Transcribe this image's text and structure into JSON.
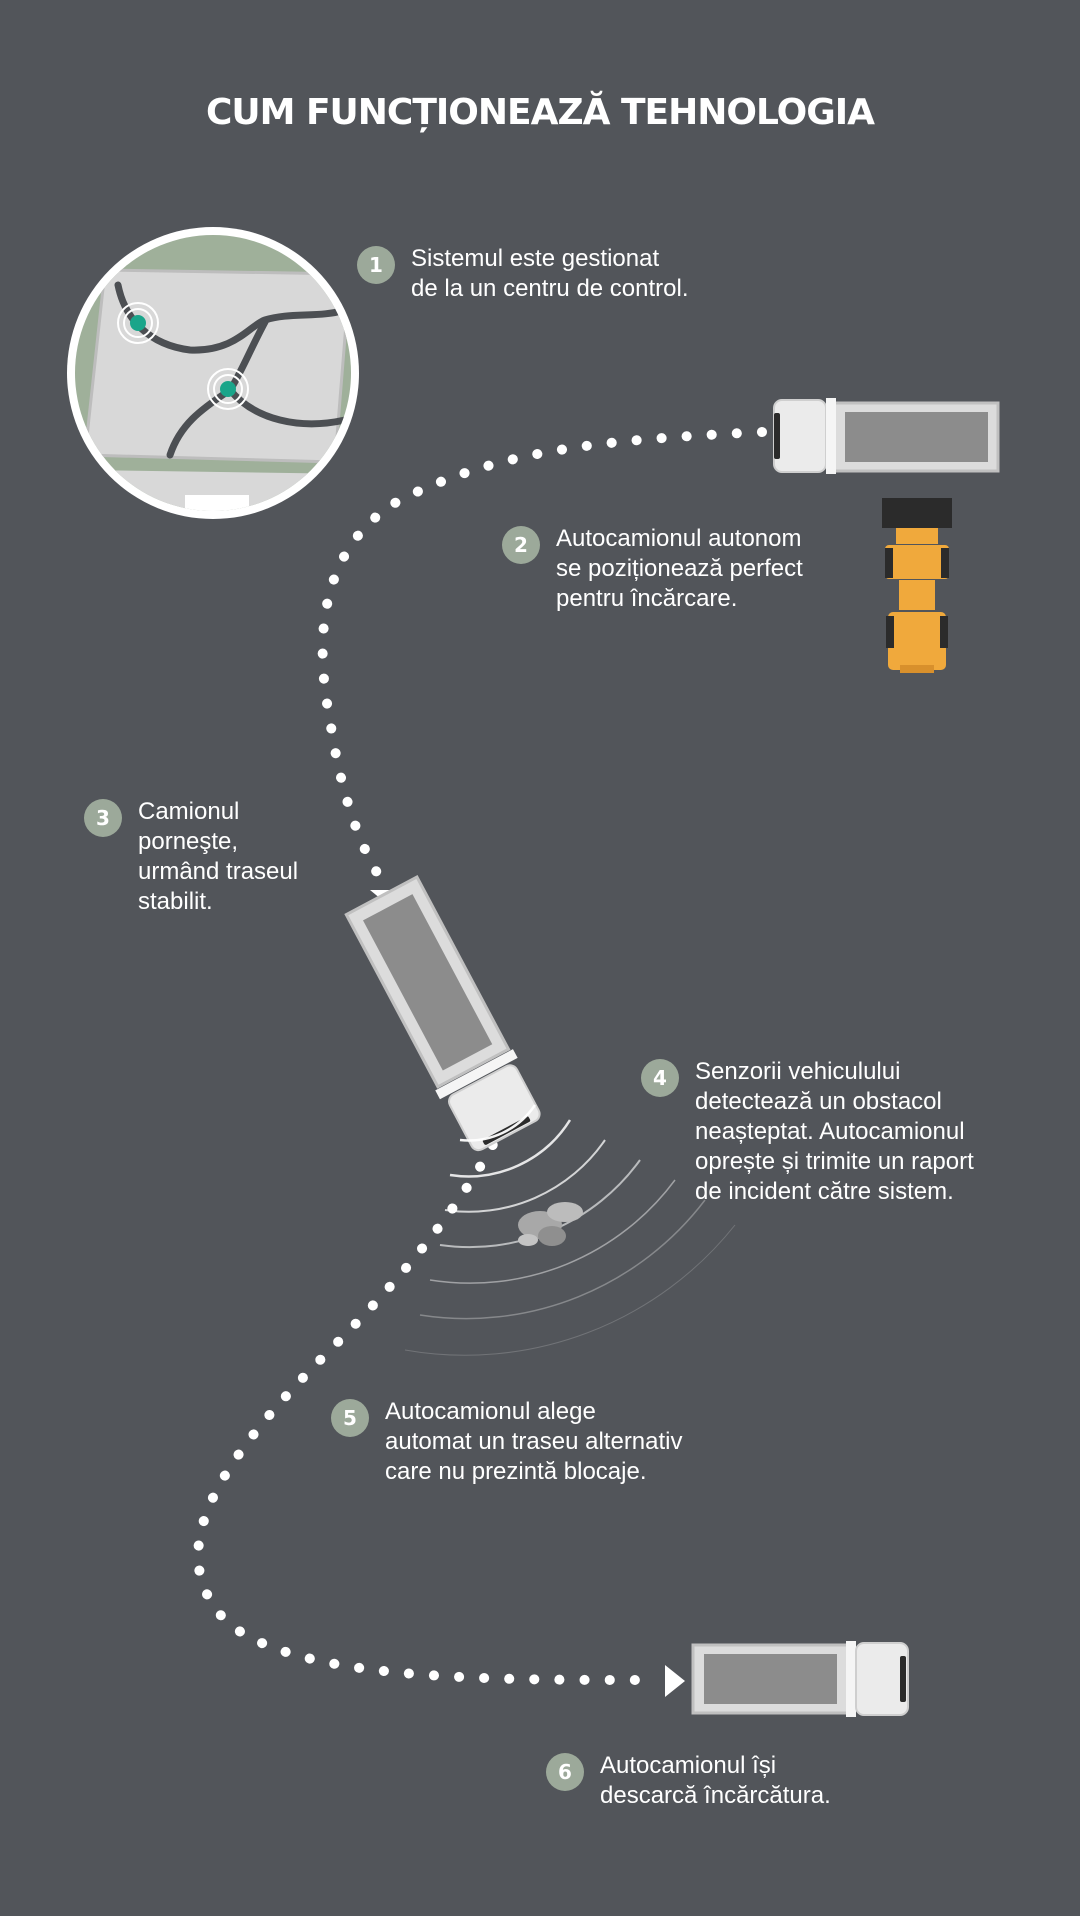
{
  "title": "CUM FUNCȚIONEAZĂ TEHNOLOGIA",
  "colors": {
    "background": "#52555a",
    "badge": "#9ca99a",
    "text": "#ffffff",
    "sensor_marker": "#1aa58a",
    "loader": "#f0a93c"
  },
  "steps": [
    {
      "number": "1",
      "text": "Sistemul este gestionat\nde la un centru de control."
    },
    {
      "number": "2",
      "text": "Autocamionul autonom\nse poziționează perfect\npentru încărcare."
    },
    {
      "number": "3",
      "text": "Camionul\nporneşte,\nurmând traseul\nstabilit."
    },
    {
      "number": "4",
      "text": "Senzorii vehiculului\ndetectează un obstacol\nneașteptat. Autocamionul\noprește și trimite un raport\nde incident către sistem."
    },
    {
      "number": "5",
      "text": "Autocamionul alege\nautomat un traseu alternativ\ncare nu prezintă blocaje."
    },
    {
      "number": "6",
      "text": "Autocamionul își\ndescarcă încărcătura."
    }
  ]
}
